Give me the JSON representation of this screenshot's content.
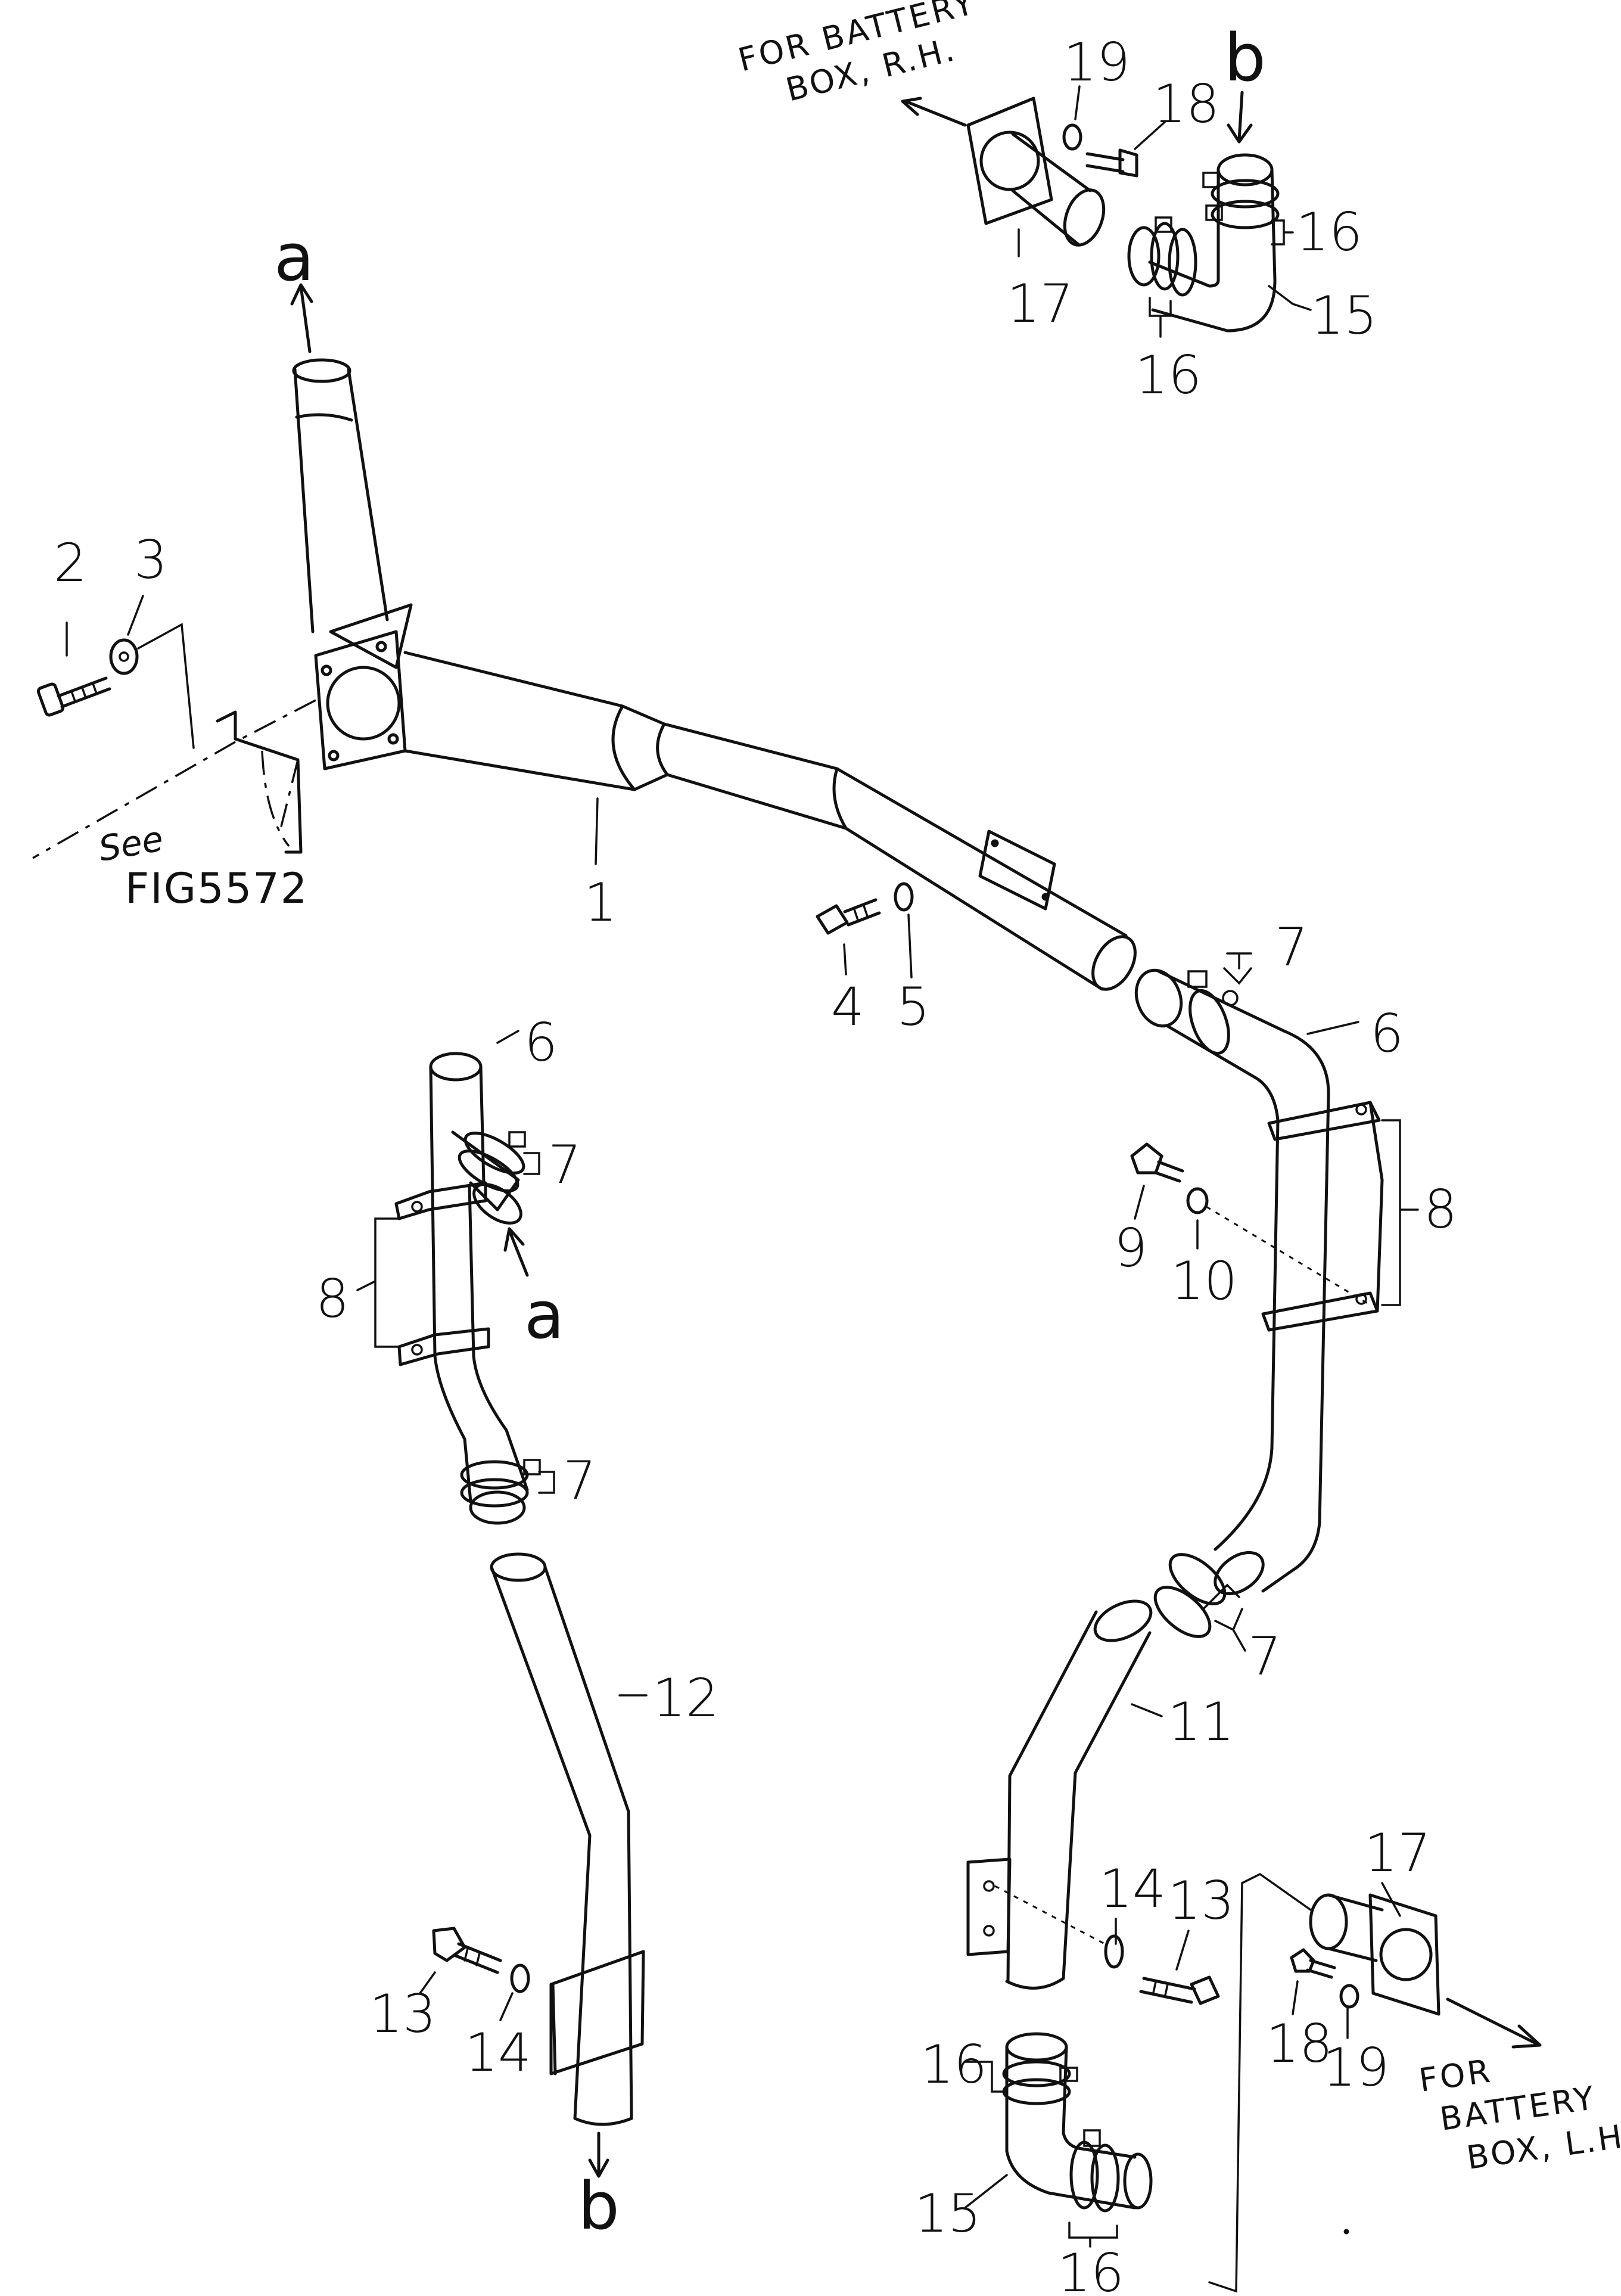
{
  "diagram": {
    "part_labels": {
      "p1": "1",
      "p2": "2",
      "p3": "3",
      "p4": "4",
      "p5": "5",
      "p6_top": "6",
      "p6_left": "6",
      "p7_top": "7",
      "p7_left_top": "7",
      "p7_left_bottom": "7",
      "p7_right": "7",
      "p8_left": "8",
      "p8_right": "8",
      "p9": "9",
      "p10": "10",
      "p11": "11",
      "p12": "12",
      "p13_left": "13",
      "p14_left": "14",
      "p13_right": "13",
      "p14_right": "14",
      "p15_top": "15",
      "p16_top_a": "16",
      "p16_top_b": "16",
      "p17_top": "17",
      "p18_top": "18",
      "p19_top": "19",
      "p15_bottom": "15",
      "p16_bottom_a": "16",
      "p16_bottom_b": "16",
      "p17_bottom": "17",
      "p18_bottom": "18",
      "p19_bottom": "19"
    },
    "connection_letters": {
      "a_top": "a",
      "a_mid": "a",
      "b_top": "b",
      "b_bottom": "b"
    },
    "notes": {
      "battery_rh_line1": "FOR BATTERY",
      "battery_rh_line2": "BOX, R.H.",
      "battery_lh_line1": "FOR",
      "battery_lh_line2": "BATTERY",
      "battery_lh_line3": "BOX, L.H.",
      "see_word": "See",
      "see_figure": "FIG5572"
    }
  }
}
